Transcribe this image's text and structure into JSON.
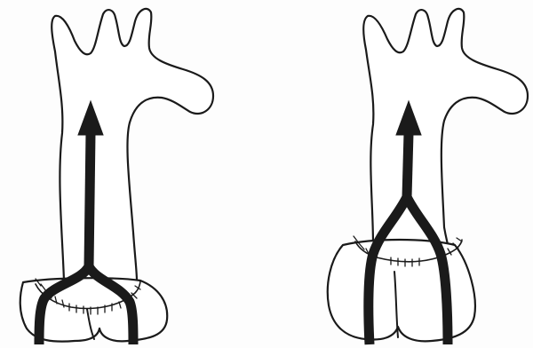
{
  "figure": {
    "panels": [
      {
        "id": "left",
        "graft": "single-trunk"
      },
      {
        "id": "right",
        "graft": "bifurcated"
      }
    ]
  }
}
